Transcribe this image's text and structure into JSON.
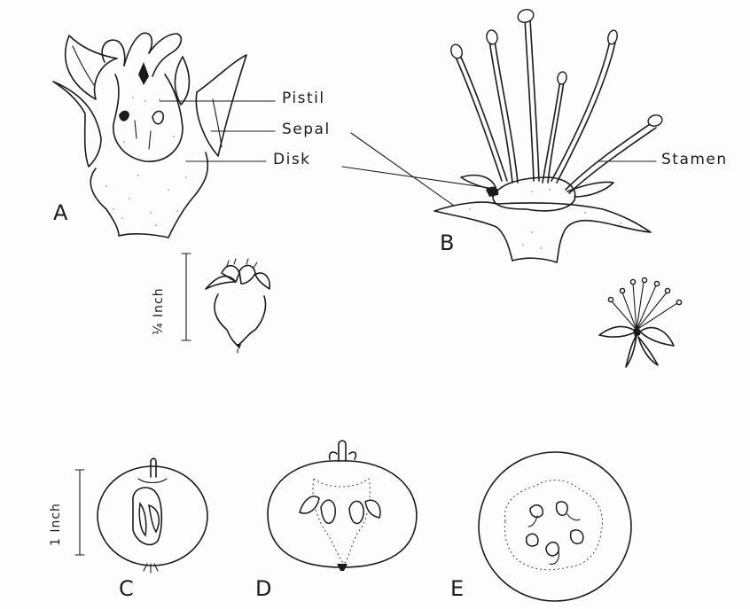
{
  "callouts": {
    "pistil": "Pistil",
    "sepal": "Sepal",
    "disk": "Disk",
    "stamen": "Stamen"
  },
  "panels": {
    "a": "A",
    "b": "B",
    "c": "C",
    "d": "D",
    "e": "E"
  },
  "scales": {
    "quarter_inch": "¼ Inch",
    "one_inch": "1 Inch"
  },
  "colors": {
    "ink": "#1b1b1b",
    "paper": "#fdfdfd"
  }
}
